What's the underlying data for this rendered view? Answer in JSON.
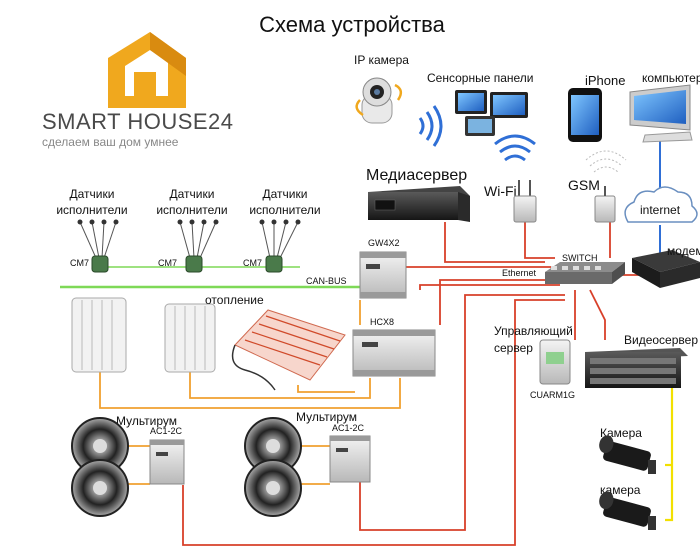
{
  "title": "Схема устройства",
  "logo": {
    "brand": "SMART HOUSE24",
    "tagline": "сделаем ваш дом умнее",
    "color": "#f0a81e"
  },
  "labels": {
    "ip_camera": "IP камера",
    "touch_panels": "Сенсорные панели",
    "iphone": "iPhone",
    "computer": "компьютер",
    "media_server": "Медиасервер",
    "wifi": "Wi-Fi",
    "gsm": "GSM",
    "internet": "internet",
    "modem": "модем",
    "sensors": "Датчики",
    "actuators": "исполнители",
    "cm7": "CM7",
    "gw4x2": "GW4X2",
    "can_bus": "CAN-BUS",
    "switch": "SWITCH",
    "ethernet": "Ethernet",
    "heating": "отопление",
    "hcx8": "HCX8",
    "control_server_1": "Управляющий",
    "control_server_2": "сервер",
    "cuarm": "CUARM1G",
    "video_server": "Видеосервер",
    "camera1": "Камера",
    "camera2": "камера",
    "multiroom": "Мультирум",
    "ac12c": "AC1-2C"
  },
  "colors": {
    "can_bus": "#7ed957",
    "ethernet": "#d8402a",
    "power": "#f0a030",
    "video": "#f2e000",
    "internet": "#2f6fd6"
  }
}
